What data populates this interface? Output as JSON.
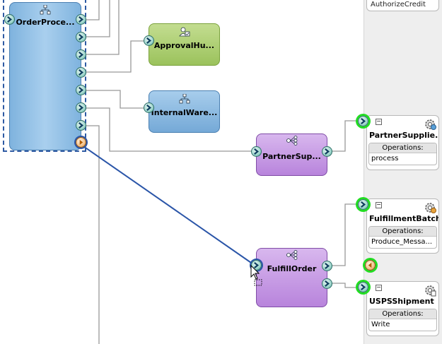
{
  "components": {
    "bpel": {
      "label": "OrderProce...",
      "icon": "bpel-process-icon"
    },
    "human_task": {
      "label": "ApprovalHu...",
      "icon": "human-task-icon"
    },
    "warehouse": {
      "label": "InternalWare...",
      "icon": "bpel-process-icon"
    },
    "mediator_partner": {
      "label": "PartnerSup...",
      "icon": "mediator-icon"
    },
    "mediator_fulfill": {
      "label": "FulfillOrder",
      "icon": "mediator-icon"
    }
  },
  "references": {
    "top_partial": {
      "label": "AuthorizeCredit"
    },
    "partner": {
      "title": "PartnerSupplie...",
      "ops_header": "Operations:",
      "operations": [
        "process"
      ],
      "icon": "web-service-gear-icon"
    },
    "fulfillment": {
      "title": "FulfillmentBatch",
      "ops_header": "Operations:",
      "operations": [
        "Produce_Messa..."
      ],
      "icon": "jms-adapter-gear-icon"
    },
    "usps": {
      "title": "USPSShipment",
      "ops_header": "Operations:",
      "operations": [
        "Write"
      ],
      "icon": "file-adapter-gear-icon"
    }
  },
  "colors": {
    "bpel": "#8fbde3",
    "human_task": "#a9cc6d",
    "mediator": "#c59be3",
    "wire": "#999999",
    "selected_wire": "#2a55a8",
    "highlight_port": "#22dd22",
    "swimlane": "#eeeeee"
  }
}
